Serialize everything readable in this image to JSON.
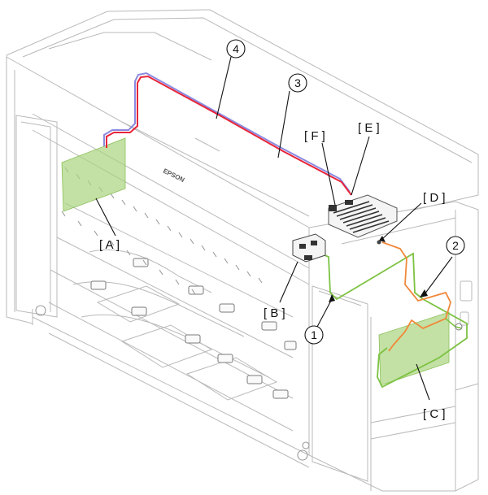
{
  "brand": "EPSON",
  "colors": {
    "board_fill": "#a9d47e",
    "green_cable": "#7cc242",
    "orange_cable": "#f0883a",
    "red_cable": "#e8253a",
    "blue_cable": "#8a8ae0",
    "outline": "#b9b9b9",
    "label": "#111111"
  },
  "labels": {
    "A": "[ A ]",
    "B": "[ B ]",
    "C": "[ C ]",
    "D": "[ D ]",
    "E": "[ E ]",
    "F": "[ F ]"
  },
  "callouts": {
    "n1": "1",
    "n2": "2",
    "n3": "3",
    "n4": "4"
  }
}
